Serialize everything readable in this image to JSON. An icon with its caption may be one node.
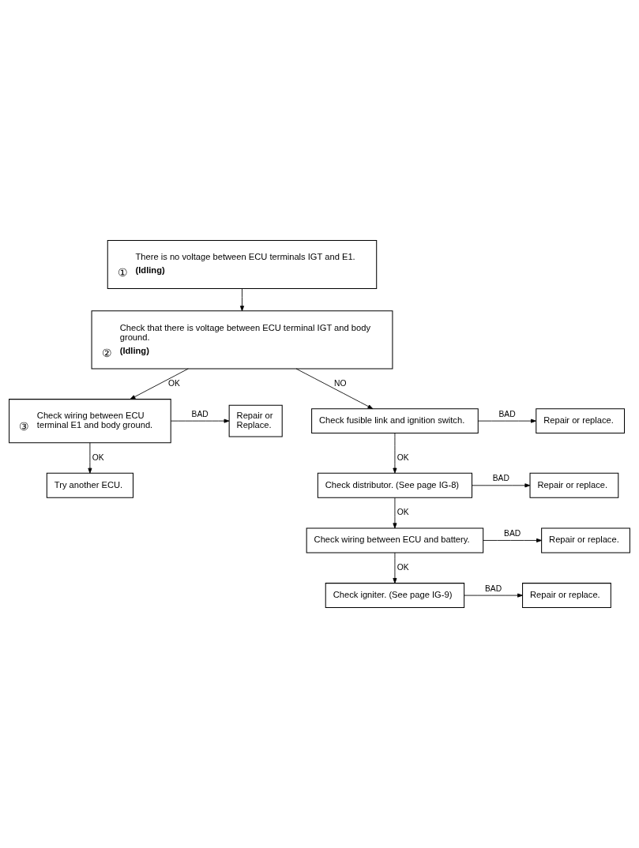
{
  "diagram": {
    "nodes": [
      {
        "text": [
          "①",
          "There is no voltage between ECU terminals IGT and E1.",
          "(Idling)"
        ]
      },
      {
        "text": [
          "②",
          "Check that there is voltage between ECU terminal IGT and body ground.",
          "(Idling)"
        ]
      },
      {
        "text": [
          "③",
          "Check wiring between ECU terminal E1 and body ground."
        ]
      },
      {
        "text": [
          "Repair or Replace."
        ]
      },
      {
        "text": [
          "Try another ECU."
        ]
      },
      {
        "text": [
          "Check fusible link and ignition switch."
        ]
      },
      {
        "text": [
          "Repair or replace."
        ]
      },
      {
        "text": [
          "Check distributor. (See page IG-8)"
        ]
      },
      {
        "text": [
          "Repair or replace."
        ]
      },
      {
        "text": [
          "Check wiring between ECU and battery."
        ]
      },
      {
        "text": [
          "Repair or replace."
        ]
      },
      {
        "text": [
          "Check igniter. (See page IG-9)"
        ]
      },
      {
        "text": [
          "Repair or replace."
        ]
      }
    ],
    "edges": [
      {
        "from": 0,
        "to": 1,
        "arrow": "to"
      },
      {
        "from": 1,
        "to": 5,
        "label": "NO",
        "arrow": "to"
      },
      {
        "from": 1,
        "to": 2,
        "label": "OK",
        "arrow": "to"
      },
      {
        "from": 2,
        "to": 3,
        "label": "BAD",
        "arrow": "to"
      },
      {
        "from": 2,
        "to": 4,
        "label": "OK",
        "arrow": "to"
      },
      {
        "from": 5,
        "to": 6,
        "label": "BAD",
        "arrow": "to"
      },
      {
        "from": 5,
        "to": 7,
        "label": "OK",
        "arrow": "to"
      },
      {
        "from": 7,
        "to": 8,
        "label": "BAD",
        "arrow": "to"
      },
      {
        "from": 7,
        "to": 9,
        "label": "OK",
        "arrow": "to"
      },
      {
        "from": 9,
        "to": 10,
        "label": "BAD",
        "arrow": "to"
      },
      {
        "from": 9,
        "to": 11,
        "label": "OK",
        "arrow": "to"
      },
      {
        "from": 11,
        "to": 12,
        "label": "BAD",
        "arrow": "to"
      }
    ]
  }
}
